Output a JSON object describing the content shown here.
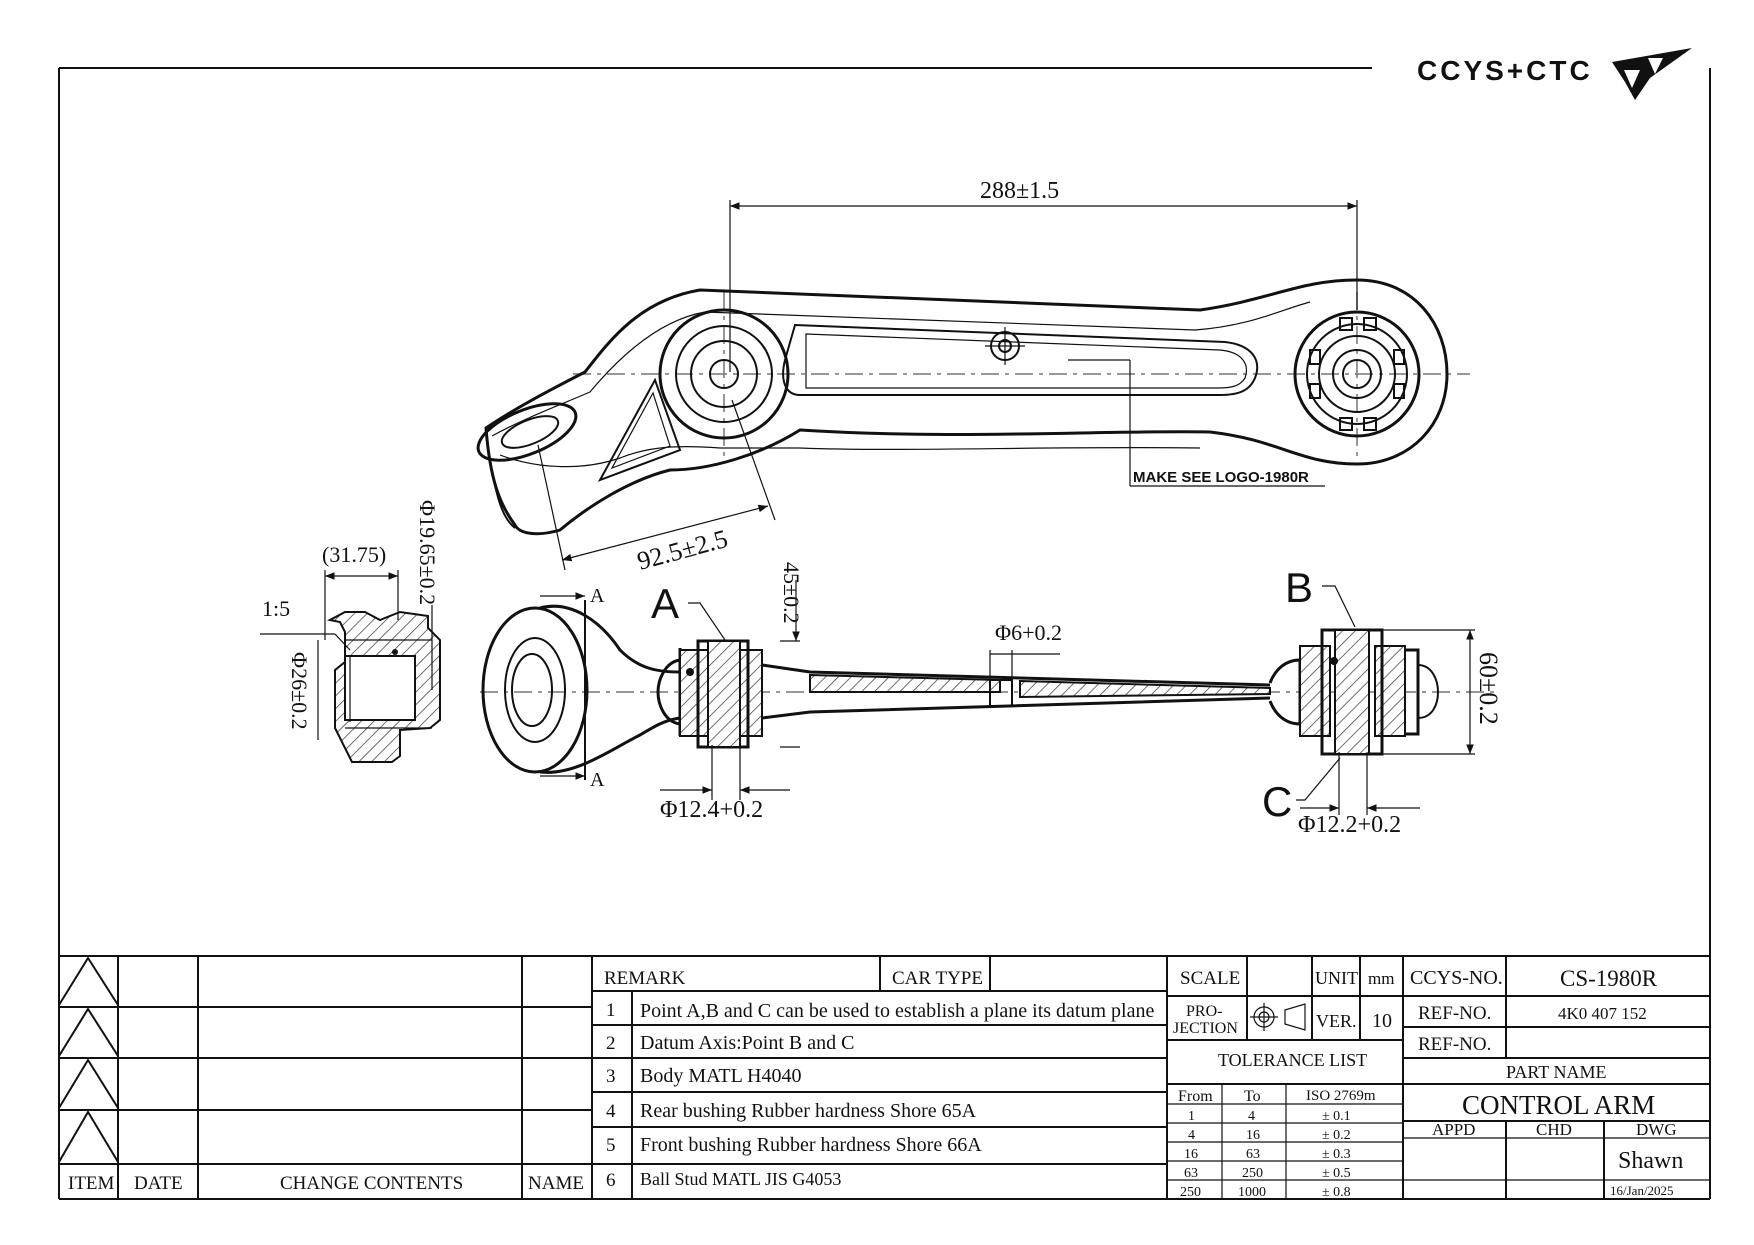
{
  "brand": {
    "logo_text": "CCYS+CTC"
  },
  "drawing": {
    "dimensions": {
      "length": "288±1.5",
      "offset": "92.5±2.5",
      "ball_length": "(31.75)",
      "ball_dia": "Φ19.65±0.2",
      "ball_outer": "Φ26±0.2",
      "taper": "1:5",
      "bush_a_width": "45±0.2",
      "center_hole": "Φ6+0.2",
      "bush_b_height": "60±0.2",
      "bush_a_bore": "Φ12.4+0.2",
      "bush_c_bore": "Φ12.2+0.2"
    },
    "callouts": {
      "point_a": "A",
      "point_b": "B",
      "point_c": "C",
      "section_mark_top": "A",
      "section_mark_bottom": "A",
      "logo_note": "MAKE SEE LOGO-1980R"
    }
  },
  "title_block": {
    "revision_headers": {
      "item": "ITEM",
      "date": "DATE",
      "change": "CHANGE CONTENTS",
      "name": "NAME"
    },
    "remark_label": "REMARK",
    "car_type_label": "CAR TYPE",
    "car_type_value": "",
    "remarks": [
      {
        "no": "1",
        "text": "Point A,B and C can be used to establish a plane its datum plane"
      },
      {
        "no": "2",
        "text": "Datum Axis:Point B and C"
      },
      {
        "no": "3",
        "text": "Body MATL H4040"
      },
      {
        "no": "4",
        "text": "Rear bushing Rubber hardness Shore 65A"
      },
      {
        "no": "5",
        "text": "Front bushing Rubber hardness Shore 66A"
      },
      {
        "no": "6",
        "text": "Ball Stud MATL JIS G4053"
      }
    ],
    "scale_label": "SCALE",
    "unit_label": "UNIT",
    "unit_value": "mm",
    "projection_label_1": "PRO-",
    "projection_label_2": "JECTION",
    "ver_label": "VER.",
    "ver_value": "10",
    "tolerance_title": "TOLERANCE LIST",
    "tolerance_headers": {
      "from": "From",
      "to": "To",
      "std": "ISO 2769m"
    },
    "tolerances": [
      {
        "from": "1",
        "to": "4",
        "tol": "± 0.1"
      },
      {
        "from": "4",
        "to": "16",
        "tol": "± 0.2"
      },
      {
        "from": "16",
        "to": "63",
        "tol": "± 0.3"
      },
      {
        "from": "63",
        "to": "250",
        "tol": "± 0.5"
      },
      {
        "from": "250",
        "to": "1000",
        "tol": "± 0.8"
      }
    ],
    "ccys_no_label": "CCYS-NO.",
    "ccys_no_value": "CS-1980R",
    "ref_no_label": "REF-NO.",
    "ref_no_value": "4K0 407 152",
    "ref_no2_label": "REF-NO.",
    "ref_no2_value": "",
    "part_name_label": "PART NAME",
    "part_name_value": "CONTROL ARM",
    "appd_label": "APPD",
    "chd_label": "CHD",
    "dwg_label": "DWG",
    "dwg_value": "Shawn",
    "date_value": "16/Jan/2025"
  }
}
